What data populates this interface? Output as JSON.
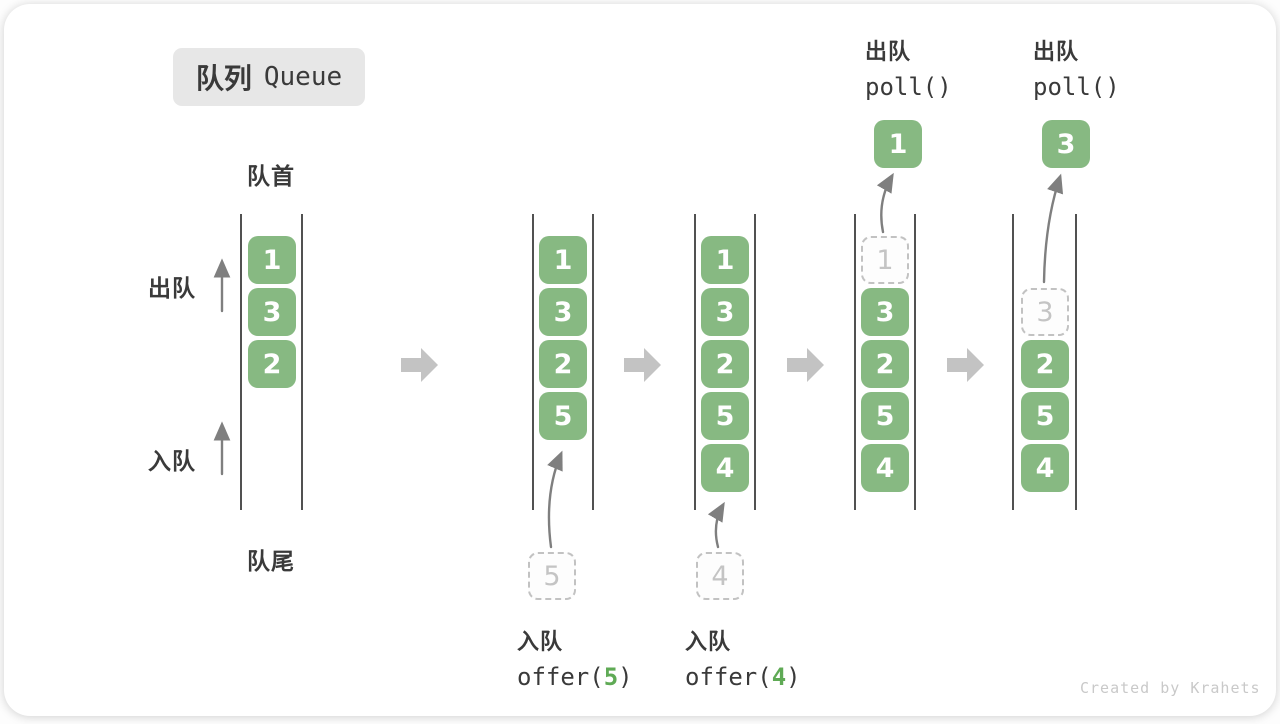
{
  "title": {
    "zh": "队列",
    "en": "Queue"
  },
  "labels": {
    "front": "队首",
    "rear": "队尾",
    "dequeue": "出队",
    "enqueue": "入队"
  },
  "states": {
    "s1": {
      "c0": "1",
      "c1": "3",
      "c2": "2"
    },
    "s2": {
      "c0": "1",
      "c1": "3",
      "c2": "2",
      "c3": "5",
      "incoming": "5"
    },
    "s3": {
      "c0": "1",
      "c1": "3",
      "c2": "2",
      "c3": "5",
      "c4": "4",
      "incoming": "4"
    },
    "s4": {
      "removed": "1",
      "c1": "3",
      "c2": "2",
      "c3": "5",
      "c4": "4",
      "popped": "1"
    },
    "s5": {
      "removed": "3",
      "c2": "2",
      "c3": "5",
      "c4": "4",
      "popped": "3"
    }
  },
  "operations": {
    "enqueue5": {
      "label": "入队",
      "pre": "offer(",
      "arg": "5",
      "post": ")"
    },
    "enqueue4": {
      "label": "入队",
      "pre": "offer(",
      "arg": "4",
      "post": ")"
    },
    "poll1": {
      "label": "出队",
      "code": "poll()"
    },
    "poll2": {
      "label": "出队",
      "code": "poll()"
    }
  },
  "watermark": "Created by Krahets",
  "colors": {
    "box-green": "#87b982",
    "accent-green": "#5faa55",
    "block-arrow": "#c3c3c3",
    "thin-arrow": "#7f7f7f",
    "wall": "#515151",
    "ghost-border": "#c2c2c2",
    "ghost-text": "#c4c4c4",
    "text-dark": "#3a3a3a",
    "badge-bg": "#e7e7e7",
    "watermark": "#c9c9c9"
  }
}
